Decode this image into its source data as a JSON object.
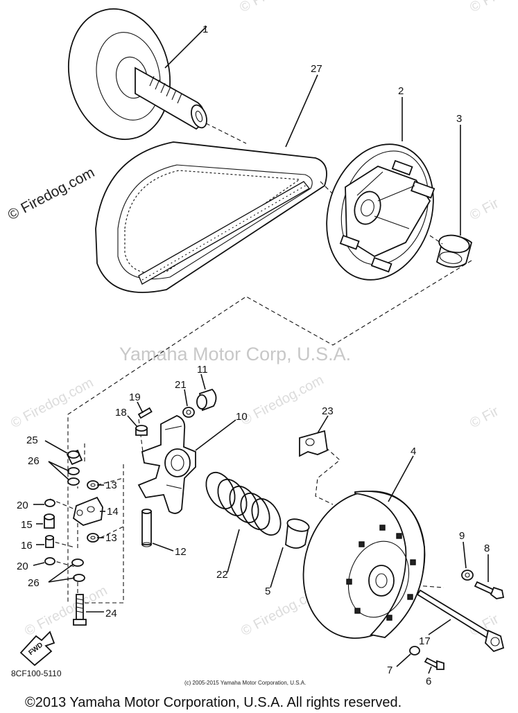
{
  "watermarks": {
    "center": "Yamaha Motor Corp, U.S.A.",
    "left": "© Firedog.com",
    "repeated": "© Firedog.com",
    "fragment_right": "© Fir"
  },
  "part_numbers": {
    "p1": "1",
    "p2": "2",
    "p3": "3",
    "p4": "4",
    "p5": "5",
    "p6": "6",
    "p7": "7",
    "p8": "8",
    "p9": "9",
    "p10": "10",
    "p11": "11",
    "p12": "12",
    "p13a": "13",
    "p13b": "13",
    "p14": "14",
    "p15": "15",
    "p16": "16",
    "p17": "17",
    "p18": "18",
    "p19": "19",
    "p20a": "20",
    "p20b": "20",
    "p21": "21",
    "p22": "22",
    "p23": "23",
    "p24": "24",
    "p25": "25",
    "p26a": "26",
    "p26b": "26",
    "p27": "27"
  },
  "fwd_label": "FWD",
  "drawing_code": "8CF100-5110",
  "small_copyright": "(c) 2005-2015 Yamaha Motor Corporation, U.S.A.",
  "footer_copyright": "©2013 Yamaha Motor Corporation, U.S.A. All rights reserved."
}
